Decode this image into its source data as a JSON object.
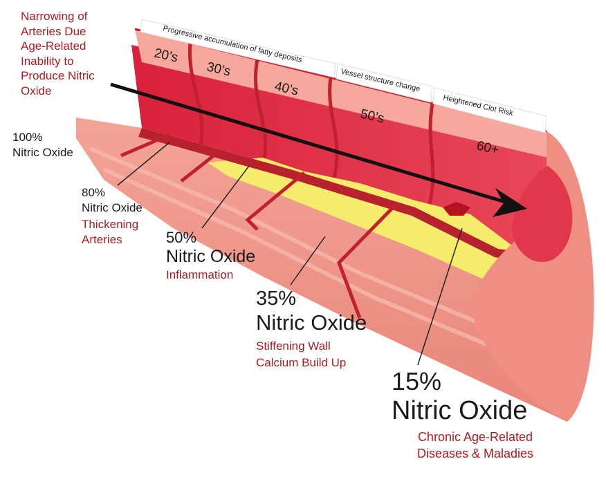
{
  "title_lines": [
    "Narrowing of",
    "Arteries Due",
    "Age-Related",
    "Inability to",
    "Produce Nitric",
    "Oxide"
  ],
  "banners": {
    "accumulation": "Progressive accumulation of fatty deposits",
    "vessel": "Vessel structure change",
    "clot": "Heightened Clot Risk"
  },
  "decades": [
    "20’s",
    "30’s",
    "40’s",
    "50’s",
    "60+"
  ],
  "stages": [
    {
      "percent": "100%",
      "label": "Nitric Oxide"
    },
    {
      "percent": "80%",
      "label": "Nitric Oxide",
      "effects": [
        "Thickening",
        "Arteries"
      ]
    },
    {
      "percent": "50%",
      "label": "Nitric Oxide",
      "effects": [
        "Inflammation"
      ]
    },
    {
      "percent": "35%",
      "label": "Nitric Oxide",
      "effects": [
        "Stiffening Wall",
        "Calcium Build Up"
      ]
    },
    {
      "percent": "15%",
      "label": "Nitric Oxide",
      "effects": [
        "Chronic Age-Related",
        "Diseases & Maladies"
      ]
    }
  ],
  "colors": {
    "accent_text": "#a81d24",
    "artery_wall": "#ef9a8c",
    "artery_inner": "#e2374a",
    "plaque": "#f4ec6a",
    "segment_band": "#f5a89d"
  }
}
